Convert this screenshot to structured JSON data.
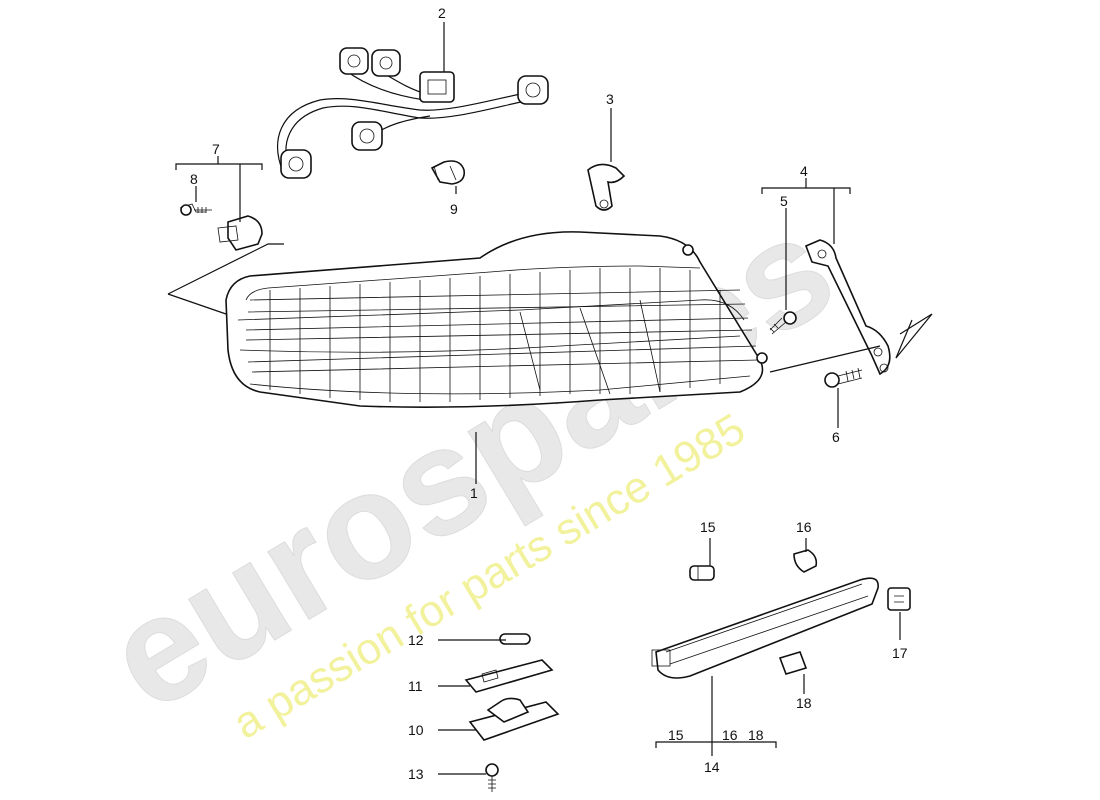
{
  "watermark": {
    "brand": "eurospares",
    "tagline": "a passion for parts since 1985",
    "brand_color": "#e6e6e6",
    "tagline_color": "#f1f09a"
  },
  "callouts": {
    "p1": "1",
    "p2": "2",
    "p3": "3",
    "p4": "4",
    "p5": "5",
    "p6": "6",
    "p7": "7",
    "p8": "8",
    "p9": "9",
    "p10": "10",
    "p11": "11",
    "p12": "12",
    "p13": "13",
    "p14": "14",
    "p15": "15",
    "p16": "16",
    "p17": "17",
    "p18": "18",
    "group14_a": "15",
    "group14_b": "16",
    "group14_c": "18"
  }
}
